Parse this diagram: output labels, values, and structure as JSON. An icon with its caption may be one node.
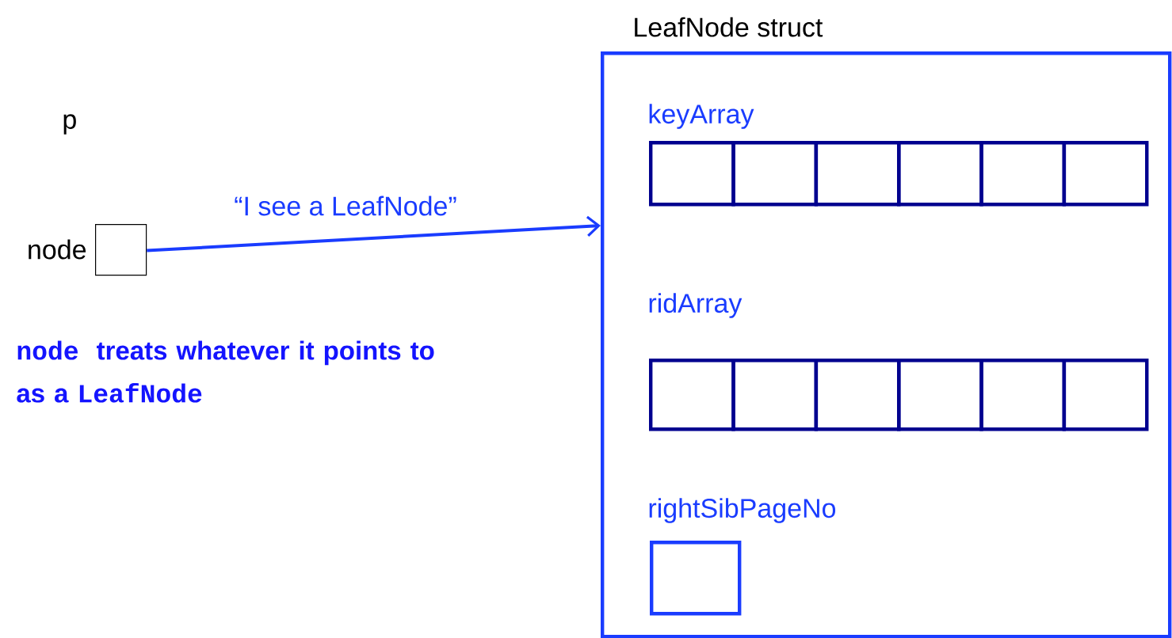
{
  "diagram": {
    "nodes": [
      {
        "text": [
          "LeafNode struct"
        ]
      },
      {
        "text": [],
        "shape": "box",
        "beside": [
          "node"
        ]
      },
      {
        "text": [],
        "shape": "box",
        "in": 0
      },
      {
        "text": [],
        "shape": "box",
        "in": 0
      },
      {
        "text": [],
        "shape": "box",
        "in": 0
      },
      {
        "text": [],
        "shape": "box",
        "in": 0
      },
      {
        "text": [],
        "shape": "box",
        "in": 0
      },
      {
        "text": [],
        "shape": "box",
        "in": 0
      },
      {
        "text": [],
        "shape": "box",
        "in": 0
      },
      {
        "text": [],
        "shape": "box",
        "in": 0
      },
      {
        "text": [],
        "shape": "box",
        "in": 0
      },
      {
        "text": [],
        "shape": "box",
        "in": 0
      },
      {
        "text": [],
        "shape": "box",
        "in": 0
      },
      {
        "text": [],
        "shape": "box",
        "in": 0
      },
      {
        "text": [],
        "shape": "box",
        "in": 0
      }
    ],
    "edges": [
      {
        "from": 1,
        "to": 0,
        "arrow": "to",
        "label": "“I see a LeafNode”"
      }
    ],
    "labels": [
      "p",
      "keyArray",
      "ridArray",
      "node",
      "treats whatever it points to as a",
      "LeafNode",
      "rightSibPageNo"
    ]
  }
}
